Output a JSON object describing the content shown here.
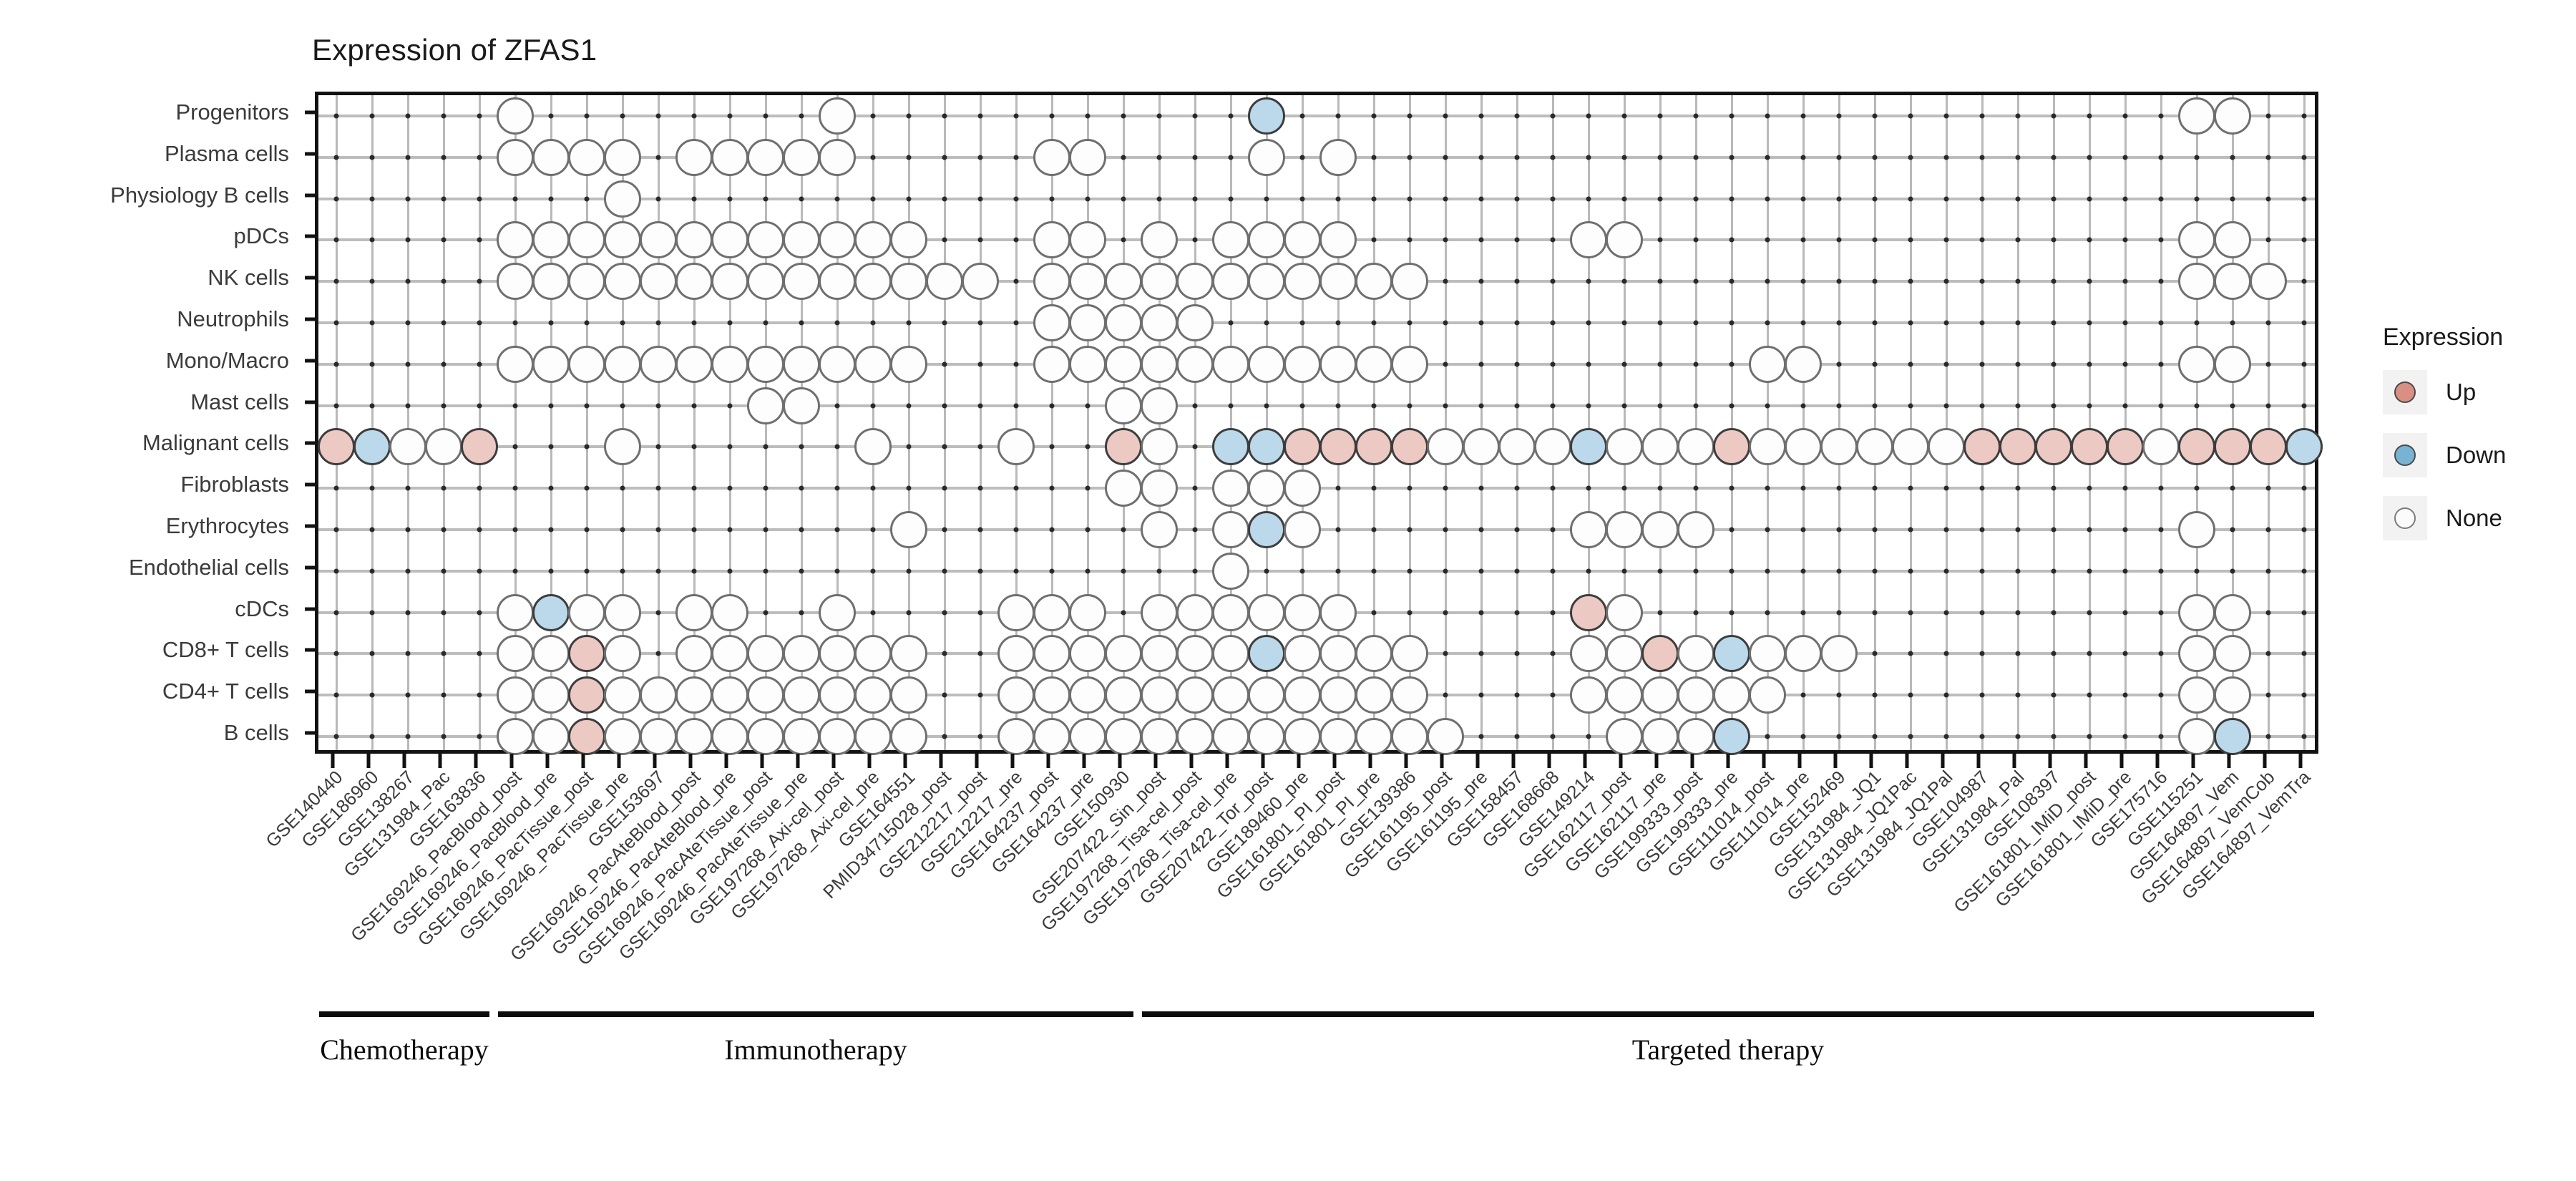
{
  "chart_data": {
    "type": "heatmap",
    "title": "Expression of ZFAS1",
    "legend": {
      "title": "Expression",
      "position": "right",
      "entries": [
        {
          "label": "Up",
          "color": "#d98f84"
        },
        {
          "label": "Down",
          "color": "#79b3d4"
        },
        {
          "label": "None",
          "color": "#fbfbfb"
        }
      ]
    },
    "xlabel": "",
    "ylabel": "",
    "grid": true,
    "categories_y": [
      "Progenitors",
      "Plasma cells",
      "Physiology B cells",
      "pDCs",
      "NK cells",
      "Neutrophils",
      "Mono/Macro",
      "Mast cells",
      "Malignant cells",
      "Fibroblasts",
      "Erythrocytes",
      "Endothelial cells",
      "cDCs",
      "CD8+ T cells",
      "CD4+ T cells",
      "B cells"
    ],
    "categories_x": [
      "GSE140440",
      "GSE186960",
      "GSE138267",
      "GSE131984_Pac",
      "GSE163836",
      "GSE169246_PacBlood_post",
      "GSE169246_PacBlood_pre",
      "GSE169246_PacTissue_post",
      "GSE169246_PacTissue_pre",
      "GSE153697",
      "GSE169246_PacAteBlood_post",
      "GSE169246_PacAteBlood_pre",
      "GSE169246_PacAteTissue_post",
      "GSE169246_PacAteTissue_pre",
      "GSE197268_Axi-cel_post",
      "GSE197268_Axi-cel_pre",
      "GSE164551",
      "PMID34715028_post",
      "GSE212217_post",
      "GSE212217_pre",
      "GSE164237_post",
      "GSE164237_pre",
      "GSE150930",
      "GSE207422_Sin_post",
      "GSE197268_Tisa-cel_post",
      "GSE197268_Tisa-cel_pre",
      "GSE207422_Tor_post",
      "GSE189460_pre",
      "GSE161801_PI_post",
      "GSE161801_PI_pre",
      "GSE139386",
      "GSE161195_post",
      "GSE161195_pre",
      "GSE158457",
      "GSE168668",
      "GSE149214",
      "GSE162117_post",
      "GSE162117_pre",
      "GSE199333_post",
      "GSE199333_pre",
      "GSE111014_post",
      "GSE111014_pre",
      "GSE152469",
      "GSE131984_JQ1",
      "GSE131984_JQ1Pac",
      "GSE131984_JQ1Pal",
      "GSE104987",
      "GSE131984_Pal",
      "GSE108397",
      "GSE161801_IMiD_post",
      "GSE161801_IMiD_pre",
      "GSE175716",
      "GSE115251",
      "GSE164897_Vem",
      "GSE164897_VemCob",
      "GSE164897_VemTra"
    ],
    "value_codes": {
      "0": "absent",
      "1": "None",
      "2": "Up",
      "3": "Down"
    },
    "matrix": [
      [
        0,
        0,
        0,
        0,
        0,
        1,
        0,
        0,
        0,
        0,
        0,
        0,
        0,
        0,
        1,
        0,
        0,
        0,
        0,
        0,
        0,
        0,
        0,
        0,
        0,
        0,
        3,
        0,
        0,
        0,
        0,
        0,
        0,
        0,
        0,
        0,
        0,
        0,
        0,
        0,
        0,
        0,
        0,
        0,
        0,
        0,
        0,
        0,
        0,
        0,
        0,
        0,
        1,
        1,
        0,
        0
      ],
      [
        0,
        0,
        0,
        0,
        0,
        1,
        1,
        1,
        1,
        0,
        1,
        1,
        1,
        1,
        1,
        0,
        0,
        0,
        0,
        0,
        1,
        1,
        0,
        0,
        0,
        0,
        1,
        0,
        1,
        0,
        0,
        0,
        0,
        0,
        0,
        0,
        0,
        0,
        0,
        0,
        0,
        0,
        0,
        0,
        0,
        0,
        0,
        0,
        0,
        0,
        0,
        0,
        0,
        0,
        0,
        0
      ],
      [
        0,
        0,
        0,
        0,
        0,
        0,
        0,
        0,
        1,
        0,
        0,
        0,
        0,
        0,
        0,
        0,
        0,
        0,
        0,
        0,
        0,
        0,
        0,
        0,
        0,
        0,
        0,
        0,
        0,
        0,
        0,
        0,
        0,
        0,
        0,
        0,
        0,
        0,
        0,
        0,
        0,
        0,
        0,
        0,
        0,
        0,
        0,
        0,
        0,
        0,
        0,
        0,
        0,
        0,
        0,
        0
      ],
      [
        0,
        0,
        0,
        0,
        0,
        1,
        1,
        1,
        1,
        1,
        1,
        1,
        1,
        1,
        1,
        1,
        1,
        0,
        0,
        0,
        1,
        1,
        0,
        1,
        0,
        1,
        1,
        1,
        1,
        0,
        0,
        0,
        0,
        0,
        0,
        1,
        1,
        0,
        0,
        0,
        0,
        0,
        0,
        0,
        0,
        0,
        0,
        0,
        0,
        0,
        0,
        0,
        1,
        1,
        0,
        0
      ],
      [
        0,
        0,
        0,
        0,
        0,
        1,
        1,
        1,
        1,
        1,
        1,
        1,
        1,
        1,
        1,
        1,
        1,
        1,
        1,
        0,
        1,
        1,
        1,
        1,
        1,
        1,
        1,
        1,
        1,
        1,
        1,
        0,
        0,
        0,
        0,
        0,
        0,
        0,
        0,
        0,
        0,
        0,
        0,
        0,
        0,
        0,
        0,
        0,
        0,
        0,
        0,
        0,
        1,
        1,
        1,
        0
      ],
      [
        0,
        0,
        0,
        0,
        0,
        0,
        0,
        0,
        0,
        0,
        0,
        0,
        0,
        0,
        0,
        0,
        0,
        0,
        0,
        0,
        1,
        1,
        1,
        1,
        1,
        0,
        0,
        0,
        0,
        0,
        0,
        0,
        0,
        0,
        0,
        0,
        0,
        0,
        0,
        0,
        0,
        0,
        0,
        0,
        0,
        0,
        0,
        0,
        0,
        0,
        0,
        0,
        0,
        0,
        0,
        0
      ],
      [
        0,
        0,
        0,
        0,
        0,
        1,
        1,
        1,
        1,
        1,
        1,
        1,
        1,
        1,
        1,
        1,
        1,
        0,
        0,
        0,
        1,
        1,
        1,
        1,
        1,
        1,
        1,
        1,
        1,
        1,
        1,
        0,
        0,
        0,
        0,
        0,
        0,
        0,
        0,
        0,
        1,
        1,
        0,
        0,
        0,
        0,
        0,
        0,
        0,
        0,
        0,
        0,
        1,
        1,
        0,
        0
      ],
      [
        0,
        0,
        0,
        0,
        0,
        0,
        0,
        0,
        0,
        0,
        0,
        0,
        1,
        1,
        0,
        0,
        0,
        0,
        0,
        0,
        0,
        0,
        1,
        1,
        0,
        0,
        0,
        0,
        0,
        0,
        0,
        0,
        0,
        0,
        0,
        0,
        0,
        0,
        0,
        0,
        0,
        0,
        0,
        0,
        0,
        0,
        0,
        0,
        0,
        0,
        0,
        0,
        0,
        0,
        0,
        0
      ],
      [
        2,
        3,
        1,
        1,
        2,
        0,
        0,
        0,
        1,
        0,
        0,
        0,
        0,
        0,
        0,
        1,
        0,
        0,
        0,
        1,
        0,
        0,
        2,
        1,
        0,
        3,
        3,
        2,
        2,
        2,
        2,
        1,
        1,
        1,
        1,
        3,
        1,
        1,
        1,
        2,
        1,
        1,
        1,
        1,
        1,
        1,
        2,
        2,
        2,
        2,
        2,
        1,
        2,
        2,
        2,
        3
      ],
      [
        0,
        0,
        0,
        0,
        0,
        0,
        0,
        0,
        0,
        0,
        0,
        0,
        0,
        0,
        0,
        0,
        0,
        0,
        0,
        0,
        0,
        0,
        1,
        1,
        0,
        1,
        1,
        1,
        0,
        0,
        0,
        0,
        0,
        0,
        0,
        0,
        0,
        0,
        0,
        0,
        0,
        0,
        0,
        0,
        0,
        0,
        0,
        0,
        0,
        0,
        0,
        0,
        0,
        0,
        0,
        0
      ],
      [
        0,
        0,
        0,
        0,
        0,
        0,
        0,
        0,
        0,
        0,
        0,
        0,
        0,
        0,
        0,
        0,
        1,
        0,
        0,
        0,
        0,
        0,
        0,
        1,
        0,
        1,
        3,
        1,
        0,
        0,
        0,
        0,
        0,
        0,
        0,
        1,
        1,
        1,
        1,
        0,
        0,
        0,
        0,
        0,
        0,
        0,
        0,
        0,
        0,
        0,
        0,
        0,
        1,
        0,
        0,
        0
      ],
      [
        0,
        0,
        0,
        0,
        0,
        0,
        0,
        0,
        0,
        0,
        0,
        0,
        0,
        0,
        0,
        0,
        0,
        0,
        0,
        0,
        0,
        0,
        0,
        0,
        0,
        1,
        0,
        0,
        0,
        0,
        0,
        0,
        0,
        0,
        0,
        0,
        0,
        0,
        0,
        0,
        0,
        0,
        0,
        0,
        0,
        0,
        0,
        0,
        0,
        0,
        0,
        0,
        0,
        0,
        0,
        0
      ],
      [
        0,
        0,
        0,
        0,
        0,
        1,
        3,
        1,
        1,
        0,
        1,
        1,
        0,
        0,
        1,
        0,
        0,
        0,
        0,
        1,
        1,
        1,
        0,
        1,
        1,
        1,
        1,
        1,
        1,
        0,
        0,
        0,
        0,
        0,
        0,
        2,
        1,
        0,
        0,
        0,
        0,
        0,
        0,
        0,
        0,
        0,
        0,
        0,
        0,
        0,
        0,
        0,
        1,
        1,
        0,
        0
      ],
      [
        0,
        0,
        0,
        0,
        0,
        1,
        1,
        2,
        1,
        0,
        1,
        1,
        1,
        1,
        1,
        1,
        1,
        0,
        0,
        1,
        1,
        1,
        1,
        1,
        1,
        1,
        3,
        1,
        1,
        1,
        1,
        0,
        0,
        0,
        0,
        1,
        1,
        2,
        1,
        3,
        1,
        1,
        1,
        0,
        0,
        0,
        0,
        0,
        0,
        0,
        0,
        0,
        1,
        1,
        0,
        0
      ],
      [
        0,
        0,
        0,
        0,
        0,
        1,
        1,
        2,
        1,
        1,
        1,
        1,
        1,
        1,
        1,
        1,
        1,
        0,
        0,
        1,
        1,
        1,
        1,
        1,
        1,
        1,
        1,
        1,
        1,
        1,
        1,
        0,
        0,
        0,
        0,
        1,
        1,
        1,
        1,
        1,
        1,
        0,
        0,
        0,
        0,
        0,
        0,
        0,
        0,
        0,
        0,
        0,
        1,
        1,
        0,
        0
      ],
      [
        0,
        0,
        0,
        0,
        0,
        1,
        1,
        2,
        1,
        1,
        1,
        1,
        1,
        1,
        1,
        1,
        1,
        0,
        0,
        1,
        1,
        1,
        1,
        1,
        1,
        1,
        1,
        1,
        1,
        1,
        1,
        1,
        0,
        0,
        0,
        0,
        1,
        1,
        1,
        3,
        0,
        0,
        0,
        0,
        0,
        0,
        0,
        0,
        0,
        0,
        0,
        0,
        1,
        3,
        0,
        0
      ]
    ],
    "groups": [
      {
        "label": "Chemotherapy",
        "start_index": 0,
        "end_index": 4
      },
      {
        "label": "Immunotherapy",
        "start_index": 5,
        "end_index": 22
      },
      {
        "label": "Targeted therapy",
        "start_index": 23,
        "end_index": 55
      }
    ]
  }
}
